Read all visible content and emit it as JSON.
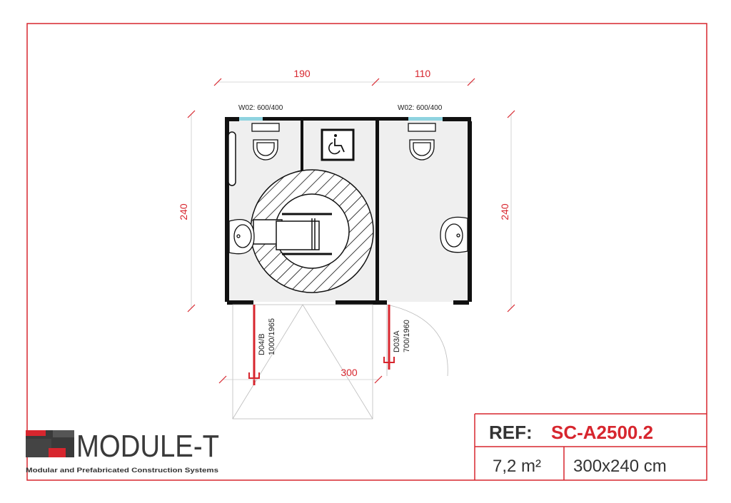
{
  "dimensions": {
    "top_left": "190",
    "top_right": "110",
    "left": "240",
    "right": "240",
    "bottom": "300"
  },
  "windows": [
    {
      "label": "W02: 600/400"
    },
    {
      "label": "W02: 600/400"
    }
  ],
  "doors": [
    {
      "code": "D04/B",
      "size": "1000/1965"
    },
    {
      "code": "D03/A",
      "size": "700/1960"
    }
  ],
  "title_block": {
    "ref_label": "REF:",
    "ref_value": "SC-A2500.2",
    "area": "7,2 m²",
    "size": "300x240 cm"
  },
  "logo": {
    "name": "MODULE-T",
    "tagline": "Modular and Prefabricated Construction Systems"
  },
  "colors": {
    "frame": "#d7262e",
    "accent": "#d7262e",
    "wall": "#111111",
    "floor": "#efefef",
    "window": "#8fd3e0"
  },
  "icons": [
    "wheelchair-accessibility-icon",
    "toilet-icon",
    "sink-icon",
    "wheelchair-turning-circle"
  ]
}
